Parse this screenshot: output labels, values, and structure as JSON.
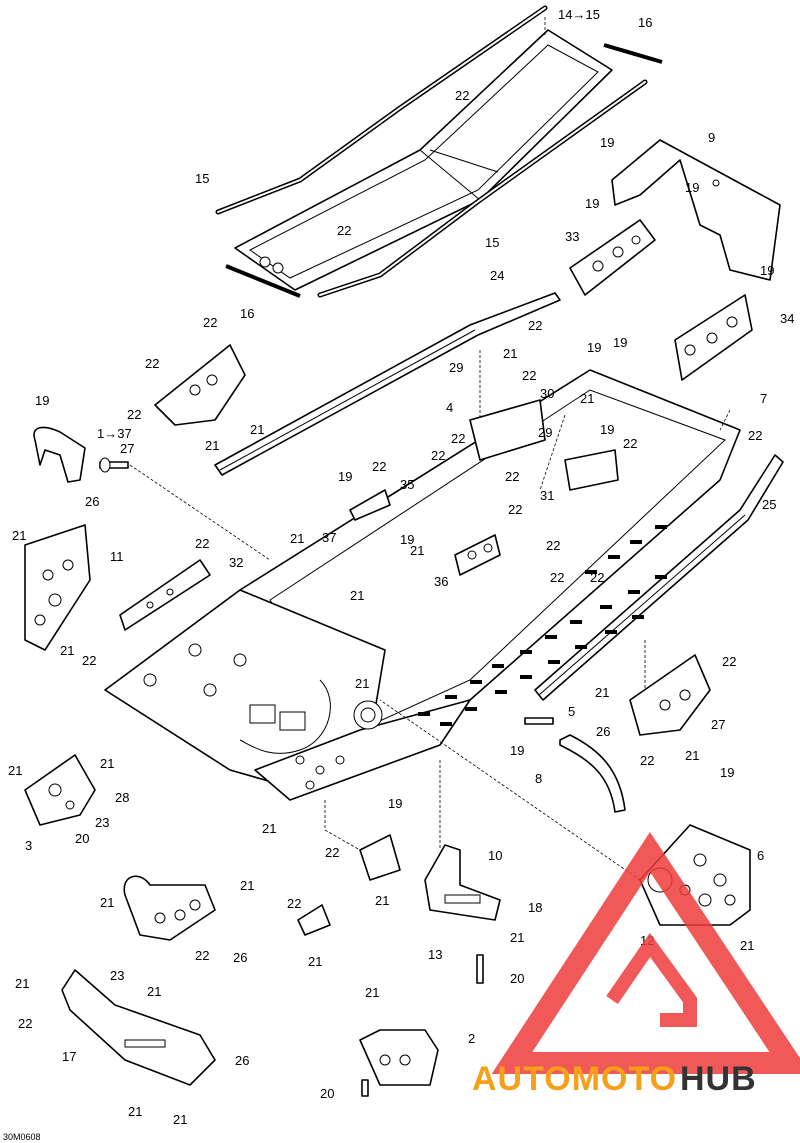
{
  "diagram": {
    "code": "30M0608",
    "callouts": [
      "14→15",
      "16",
      "22",
      "9",
      "19",
      "15",
      "22",
      "15",
      "16",
      "33",
      "19",
      "19",
      "19",
      "24",
      "22",
      "34",
      "22",
      "19",
      "19",
      "21",
      "22",
      "29",
      "22",
      "30",
      "19",
      "4",
      "22",
      "21",
      "21",
      "7",
      "1→37",
      "27",
      "26",
      "19",
      "22",
      "21",
      "29",
      "22",
      "22",
      "22",
      "19",
      "22",
      "35",
      "22",
      "31",
      "22",
      "25",
      "19",
      "21",
      "11",
      "22",
      "22",
      "21",
      "32",
      "37",
      "21",
      "36",
      "22",
      "22",
      "21",
      "21",
      "22",
      "21",
      "21",
      "22",
      "27",
      "5",
      "26",
      "19",
      "8",
      "22",
      "21",
      "19",
      "21",
      "21",
      "28",
      "23",
      "20",
      "3",
      "19",
      "21",
      "21",
      "12",
      "6",
      "22",
      "10",
      "21",
      "21",
      "18",
      "21",
      "23",
      "22",
      "13",
      "22",
      "21",
      "21",
      "21",
      "26",
      "20",
      "21",
      "22",
      "21",
      "17",
      "2",
      "26",
      "20",
      "21",
      "21"
    ]
  },
  "watermark": {
    "brand_part1": "AUTOMOTO",
    "brand_part2": "HUB",
    "color_primary": "#ee3b3b",
    "color_secondary": "#f6a01a",
    "color_dark": "#333333"
  }
}
